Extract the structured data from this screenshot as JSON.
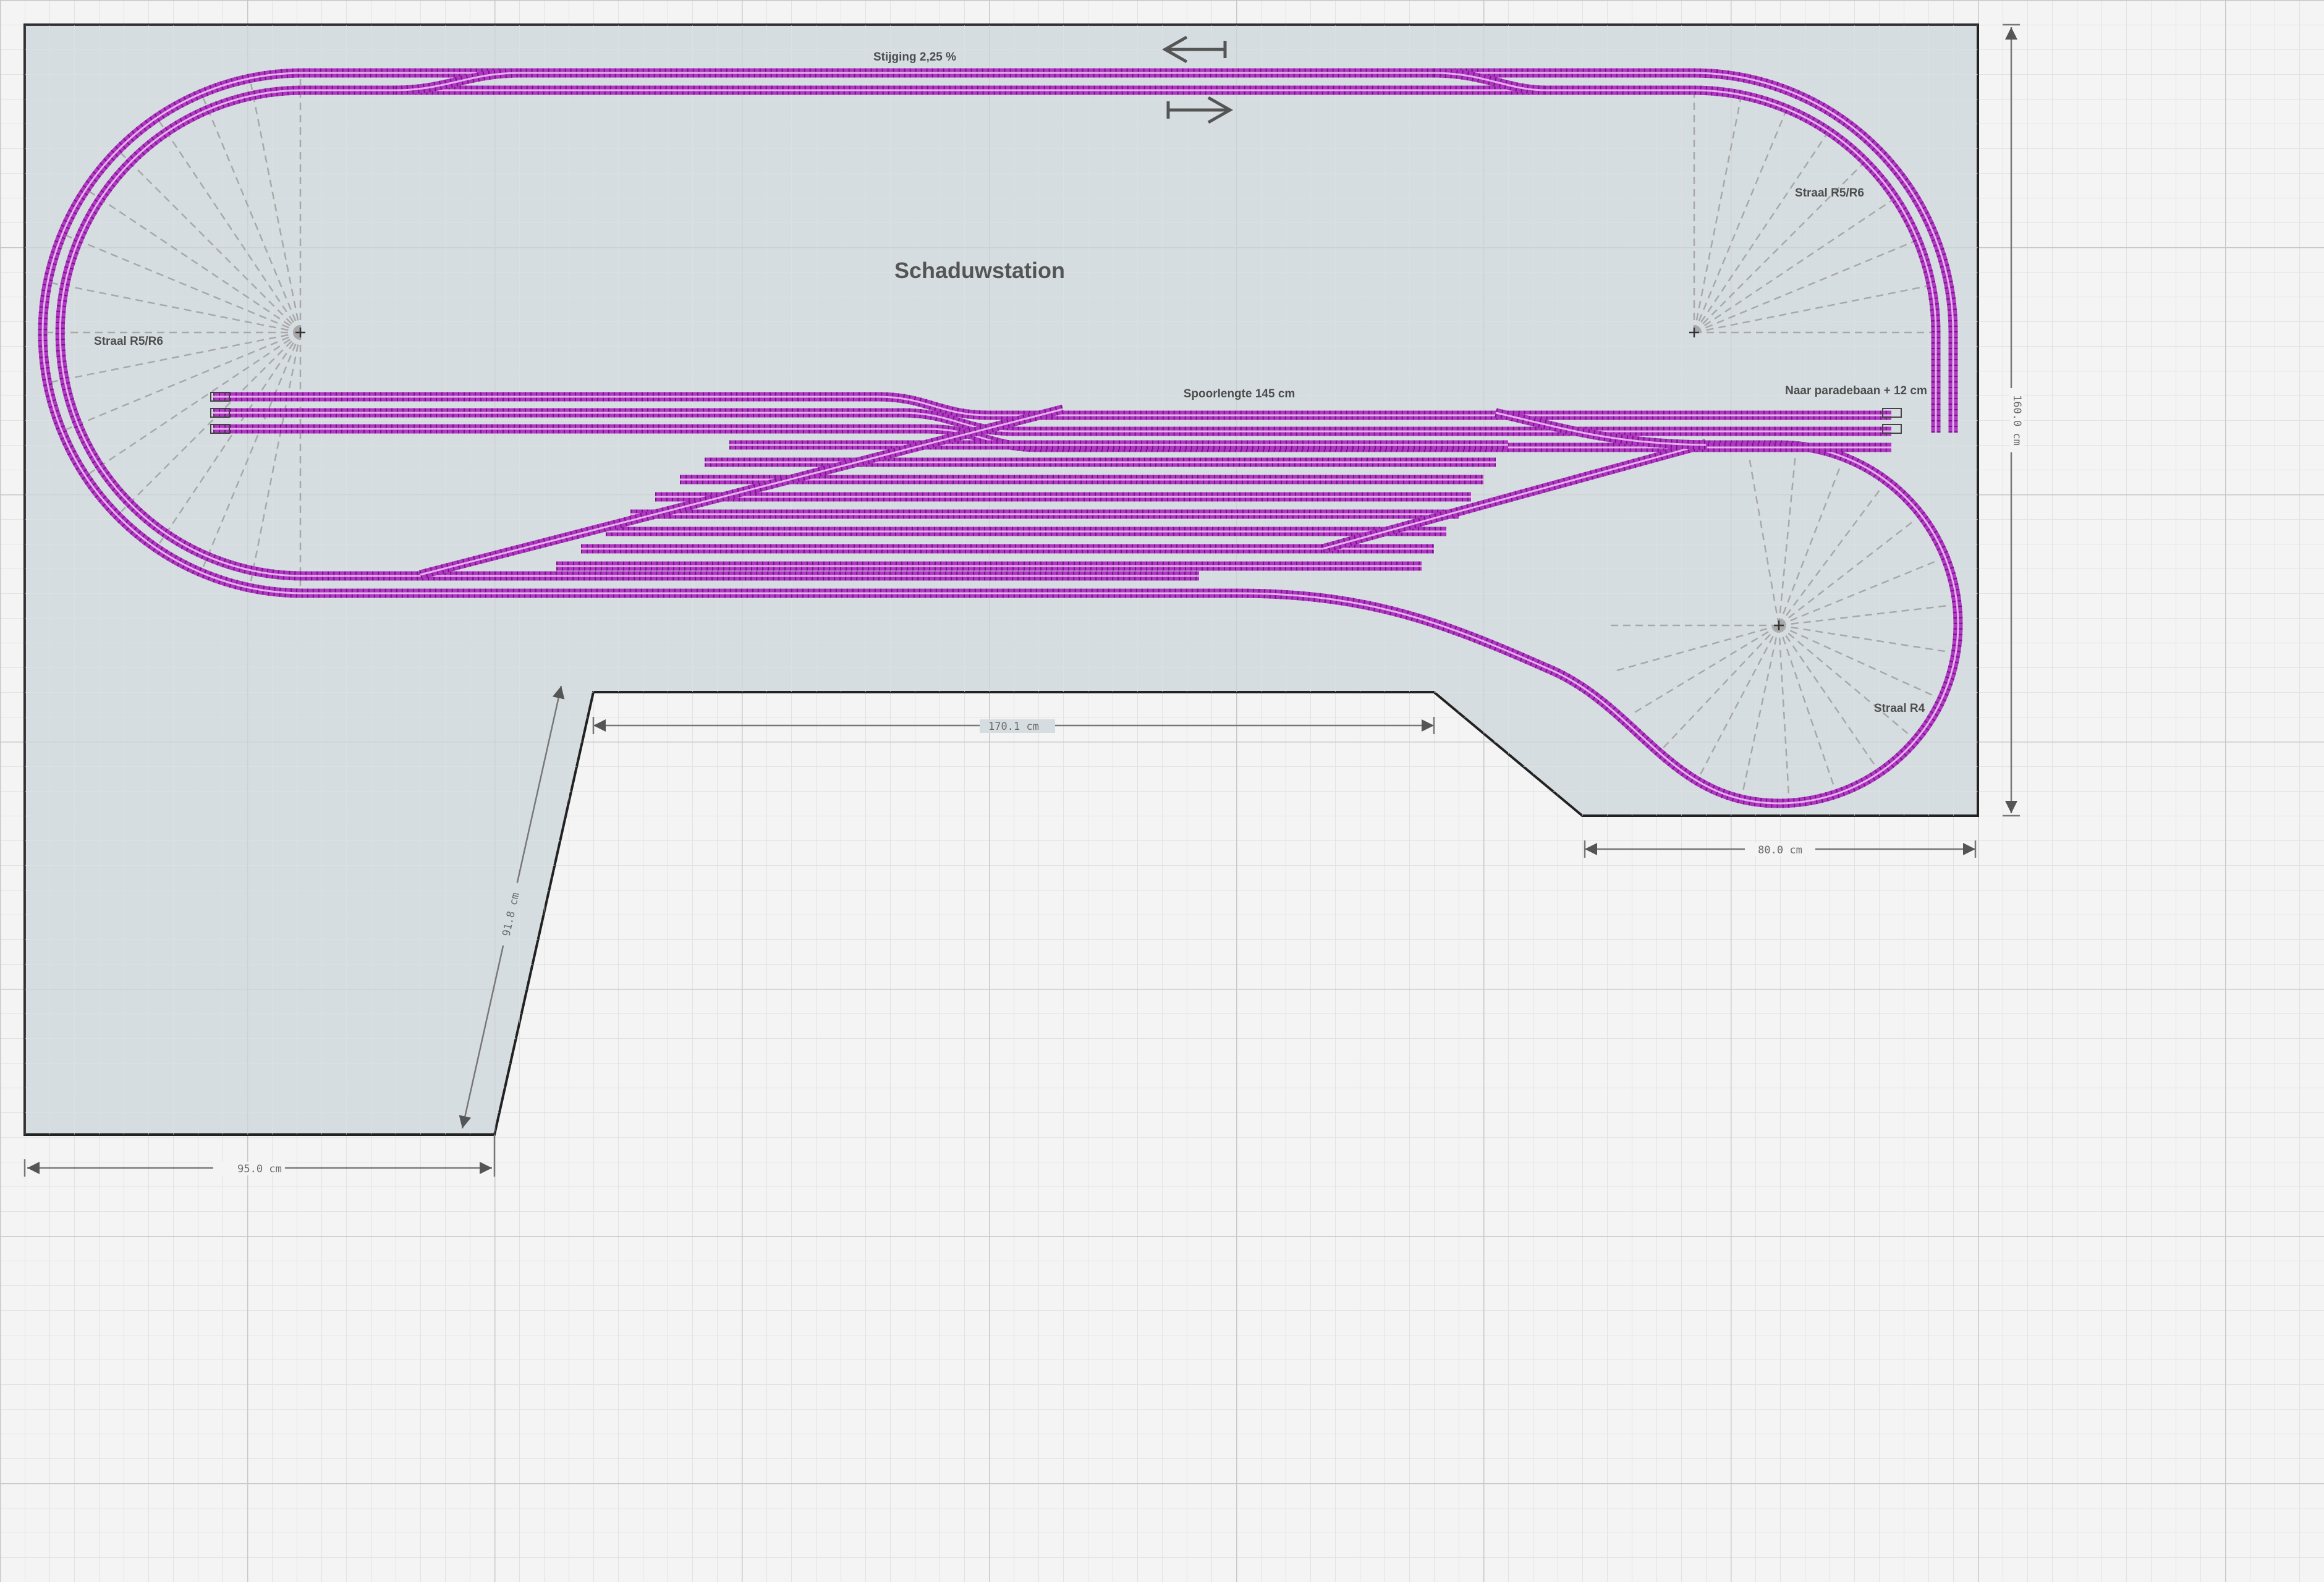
{
  "title": "Schaduwstation",
  "labels": {
    "gradient": "Stijging 2,25 %",
    "radius_left": "Straal R5/R6",
    "radius_right": "Straal R5/R6",
    "radius_loop": "Straal R4",
    "track_length": "Spoorlengte 145 cm",
    "to_parade": "Naar paradebaan + 12 cm"
  },
  "dimensions": {
    "bottom_left_width": "95.0 cm",
    "diagonal": "91.8 cm",
    "notch_width": "170.1 cm",
    "right_bottom_width": "80.0 cm",
    "height": "160.0 cm"
  },
  "colors": {
    "board": "#d6dde0",
    "track": "#b236c4",
    "grid": "#d9d9d9"
  },
  "icons": {
    "arrow_up_track": "arrow-left-icon",
    "arrow_down_track": "arrow-right-icon"
  }
}
